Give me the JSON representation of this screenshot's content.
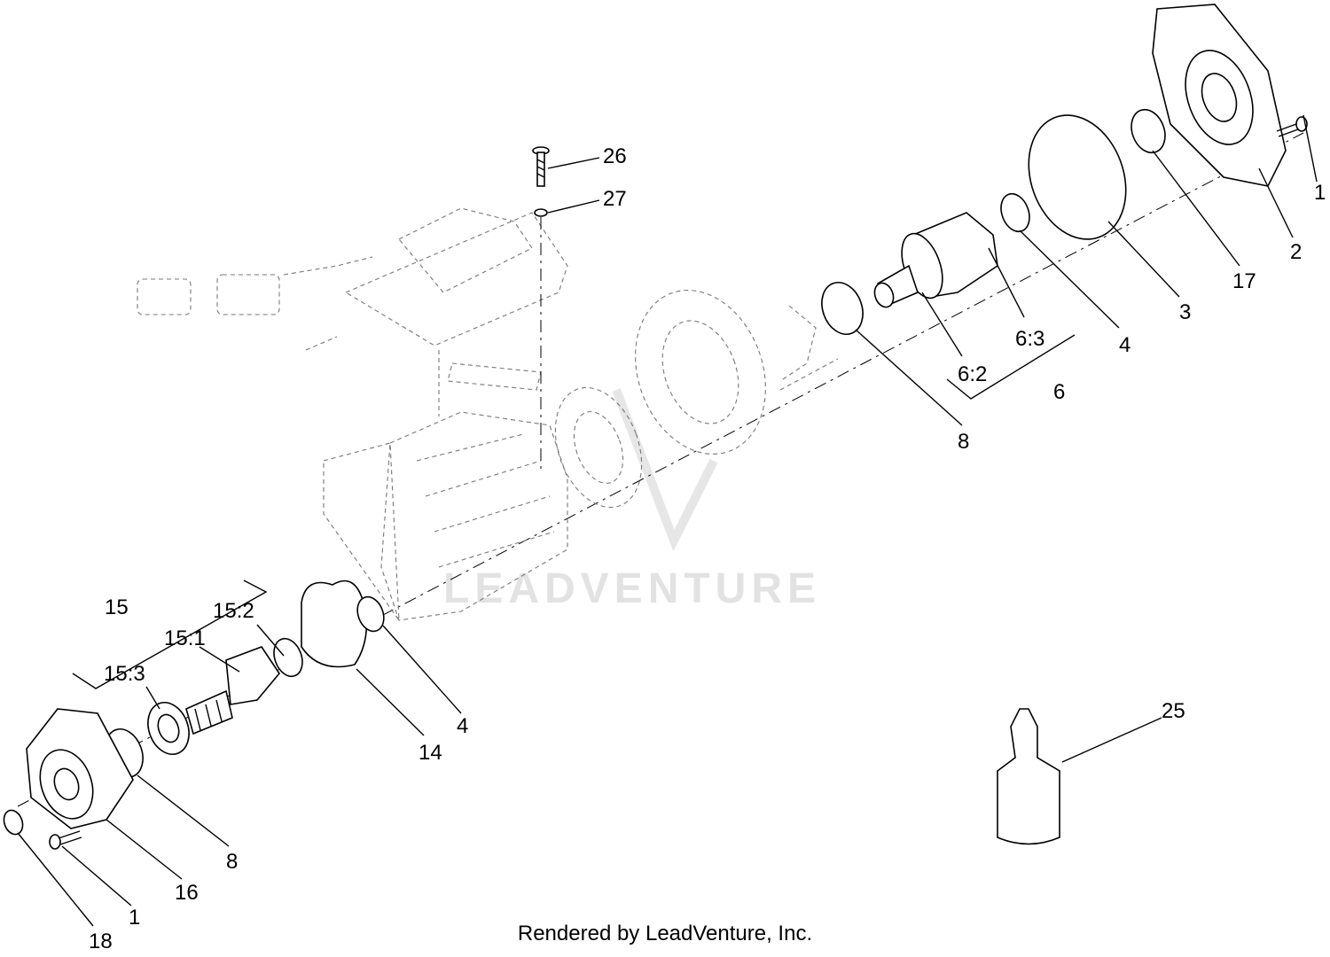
{
  "callouts": [
    {
      "id": "c1a",
      "text": "1"
    },
    {
      "id": "c2",
      "text": "2"
    },
    {
      "id": "c17",
      "text": "17"
    },
    {
      "id": "c3",
      "text": "3"
    },
    {
      "id": "c4a",
      "text": "4"
    },
    {
      "id": "c63",
      "text": "6:3"
    },
    {
      "id": "c62",
      "text": "6:2"
    },
    {
      "id": "c6",
      "text": "6"
    },
    {
      "id": "c8a",
      "text": "8"
    },
    {
      "id": "c26",
      "text": "26"
    },
    {
      "id": "c27",
      "text": "27"
    },
    {
      "id": "c15",
      "text": "15"
    },
    {
      "id": "c152",
      "text": "15:2"
    },
    {
      "id": "c151",
      "text": "15:1"
    },
    {
      "id": "c153",
      "text": "15:3"
    },
    {
      "id": "c14",
      "text": "14"
    },
    {
      "id": "c4b",
      "text": "4"
    },
    {
      "id": "c8b",
      "text": "8"
    },
    {
      "id": "c16",
      "text": "16"
    },
    {
      "id": "c1b",
      "text": "1"
    },
    {
      "id": "c18",
      "text": "18"
    },
    {
      "id": "c25",
      "text": "25"
    }
  ],
  "watermark": "LEADVENTURE",
  "footer": "Rendered by LeadVenture, Inc."
}
